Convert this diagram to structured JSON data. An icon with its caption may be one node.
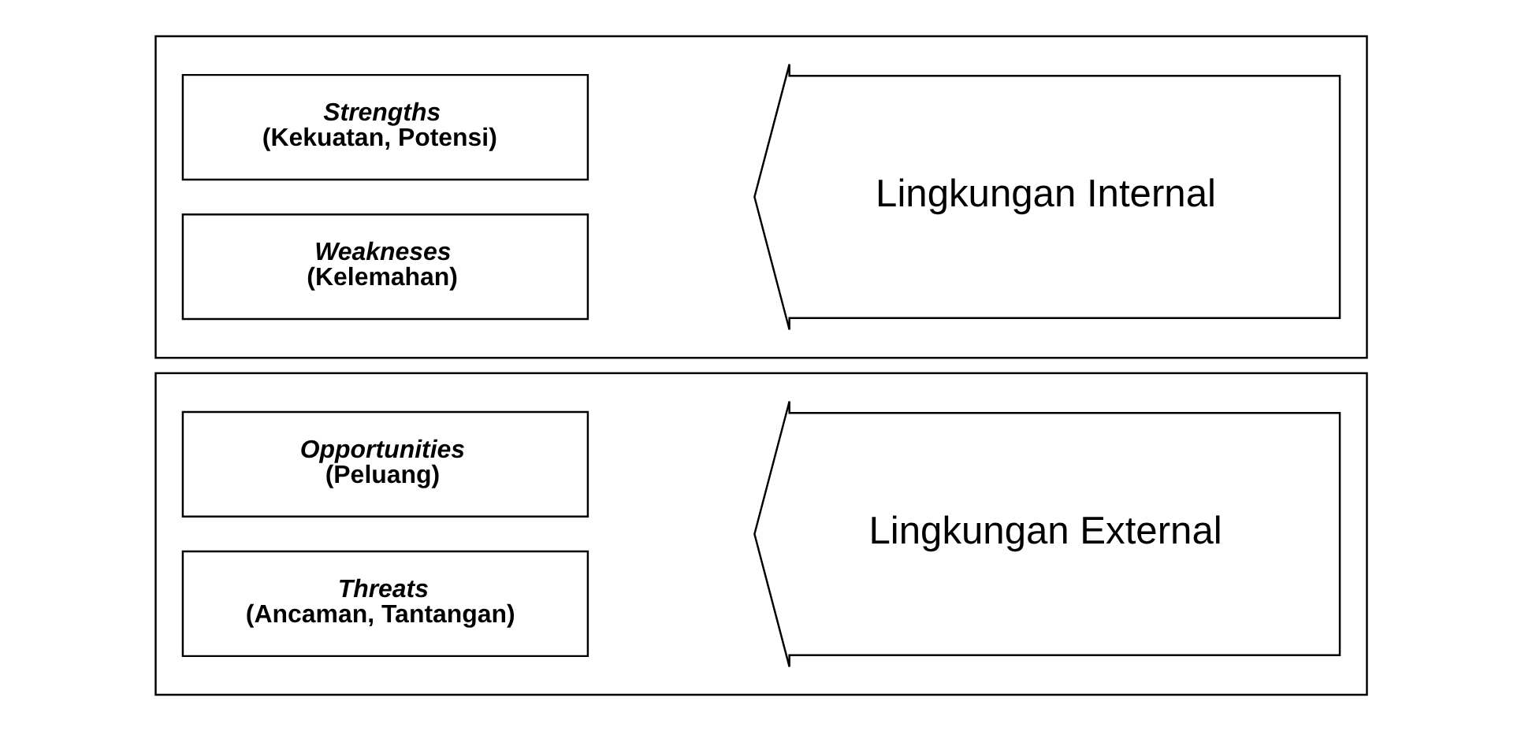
{
  "diagram": {
    "nodes": [
      {
        "text": [],
        "shape": "box"
      },
      {
        "text": [
          "Strengths",
          "(Kekuatan, Potensi)"
        ],
        "in": 0
      },
      {
        "text": [
          "Weakneses",
          "(Kelemahan)"
        ],
        "in": 0
      },
      {
        "text": [
          "Lingkungan Internal"
        ],
        "in": 0
      },
      {
        "text": [],
        "shape": "box"
      },
      {
        "text": [
          "Opportunities",
          "(Peluang)"
        ],
        "in": 4
      },
      {
        "text": [
          "Threats",
          "(Ancaman, Tantangan)"
        ],
        "in": 4
      },
      {
        "text": [
          "Lingkungan External"
        ],
        "in": 4
      }
    ]
  }
}
